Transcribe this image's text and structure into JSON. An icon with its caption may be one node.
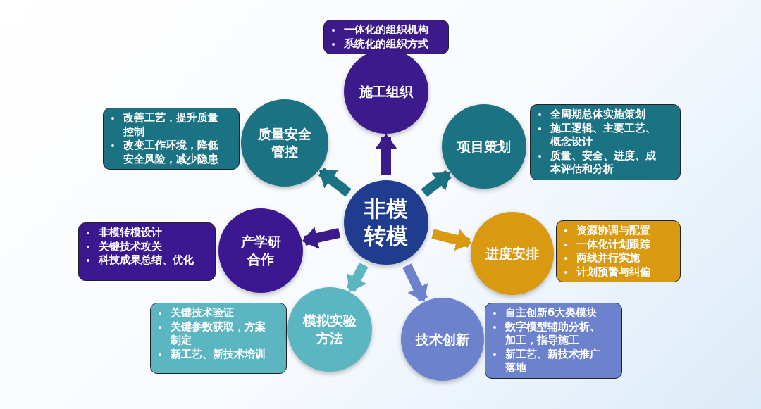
{
  "diagram": {
    "nodes": [
      {
        "text": [
          "一体化的组织机构",
          "系统化的组织方式"
        ]
      },
      {
        "text": [
          "施工组织"
        ]
      },
      {
        "text": [
          "改善工艺，提升质量控制",
          "改变工作环境，降低安全风险，减少隐患"
        ]
      },
      {
        "text": [
          "质量安全管控"
        ]
      },
      {
        "text": [
          "项目策划"
        ]
      },
      {
        "text": [
          "全周期总体实施策划",
          "施工逻辑、主要工艺、概念设计",
          "质量、安全、进度、成本评估和分析"
        ]
      },
      {
        "text": [
          "非模转模"
        ]
      },
      {
        "text": [
          "非模转模设计",
          "关键技术攻关",
          "科技成果总结、优化"
        ]
      },
      {
        "text": [
          "产学研合作"
        ]
      },
      {
        "text": [
          "进度安排"
        ]
      },
      {
        "text": [
          "资源协调与配置",
          "一体化计划跟踪",
          "两线并行实施",
          "计划预警与纠偏"
        ]
      },
      {
        "text": [
          "关键技术验证",
          "关键参数获取，方案制定",
          "新工艺、新技术培训"
        ]
      },
      {
        "text": [
          "模拟实验方法"
        ]
      },
      {
        "text": [
          "技术创新"
        ]
      },
      {
        "text": [
          "自主创新6大类模块",
          "数字模型辅助分析、加工，指导施工",
          "新工艺、新技术推广落地"
        ]
      }
    ],
    "edges": [
      {
        "from": 6,
        "to": 1,
        "arrow": "to",
        "color": "#3b1a8c"
      },
      {
        "from": 6,
        "to": 4,
        "arrow": "to",
        "color": "#1b7282"
      },
      {
        "from": 6,
        "to": 9,
        "arrow": "to",
        "color": "#d99a12"
      },
      {
        "from": 6,
        "to": 13,
        "arrow": "to",
        "color": "#6c82cc"
      },
      {
        "from": 6,
        "to": 12,
        "arrow": "to",
        "color": "#5cb6c2"
      },
      {
        "from": 6,
        "to": 8,
        "arrow": "to",
        "color": "#3b1a8c"
      },
      {
        "from": 6,
        "to": 3,
        "arrow": "to",
        "color": "#1b7282"
      }
    ]
  }
}
